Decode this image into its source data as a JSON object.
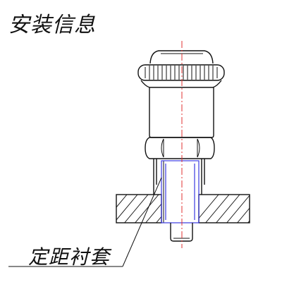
{
  "title": "安装信息",
  "callout": {
    "label": "定距衬套"
  },
  "colors": {
    "outline": "#111111",
    "centerline": "#e03030",
    "sleeve": "#3a3ae0",
    "background": "#ffffff"
  },
  "icons": [
    "knurled-knob",
    "hex-nut",
    "threaded-body",
    "plunger-pin",
    "hatched-plate"
  ]
}
